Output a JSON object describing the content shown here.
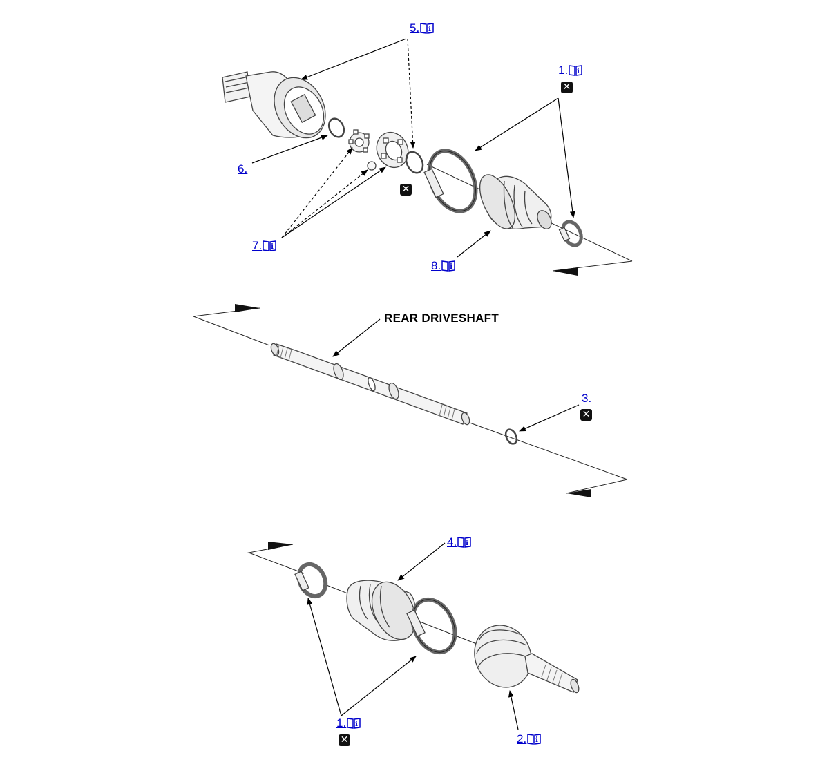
{
  "title": "REAR DRIVESHAFT",
  "callouts": [
    {
      "id": "5",
      "label": "5.",
      "info": true
    },
    {
      "id": "1-top",
      "label": "1.",
      "info": true,
      "replace": true
    },
    {
      "id": "6",
      "label": "6.",
      "info": false
    },
    {
      "id": "7",
      "label": "7.",
      "info": true
    },
    {
      "id": "8",
      "label": "8.",
      "info": true
    },
    {
      "id": "3",
      "label": "3.",
      "info": false,
      "replace": true
    },
    {
      "id": "4",
      "label": "4.",
      "info": true
    },
    {
      "id": "1-bottom",
      "label": "1.",
      "info": true,
      "replace": true
    },
    {
      "id": "2",
      "label": "2.",
      "info": true
    }
  ],
  "replace_symbol": "✕",
  "icons": {
    "info": "service-manual-info-icon",
    "replace": "replace-part-icon"
  },
  "colors": {
    "link": "#0000cc",
    "line": "#000000",
    "symbol_bg": "#111111"
  }
}
